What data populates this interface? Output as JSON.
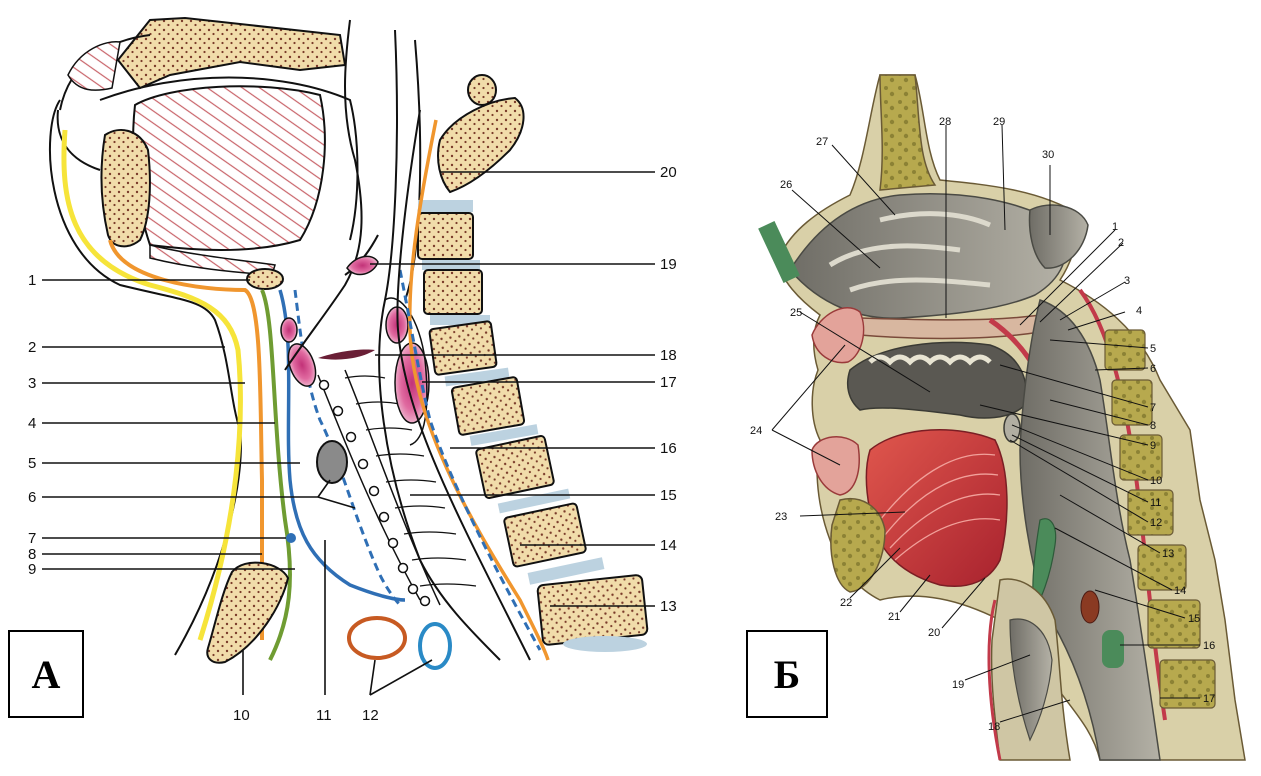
{
  "panel_a": {
    "letter": "А",
    "labels_left": [
      "1",
      "2",
      "3",
      "4",
      "5",
      "6",
      "7",
      "8",
      "9"
    ],
    "labels_right": [
      "20",
      "19",
      "18",
      "17",
      "16",
      "15",
      "14",
      "13"
    ],
    "labels_bottom": [
      "10",
      "11",
      "12"
    ]
  },
  "panel_b": {
    "letter": "Б",
    "labels_top": [
      "27",
      "28",
      "29",
      "30",
      "26",
      "25"
    ],
    "labels_right": [
      "1",
      "2",
      "3",
      "4",
      "5",
      "6",
      "7",
      "8",
      "9",
      "10",
      "11",
      "12",
      "13",
      "14",
      "15",
      "16",
      "17"
    ],
    "labels_bottom": [
      "24",
      "23",
      "22",
      "21",
      "20",
      "19",
      "18"
    ]
  },
  "colors": {
    "bone": "#f1dcaa",
    "bone_dots": "#7a3b2a",
    "disc": "#bcd2e0",
    "yellow_line": "#f6e43a",
    "orange_line": "#f0962e",
    "green_line": "#6f9c32",
    "blue_line": "#2f6fb5",
    "pink_gland": "#d9488a",
    "tongue_red": "#c8343a",
    "mucosa_gray": "#8c8a80",
    "olive_bone": "#a8ab52"
  }
}
